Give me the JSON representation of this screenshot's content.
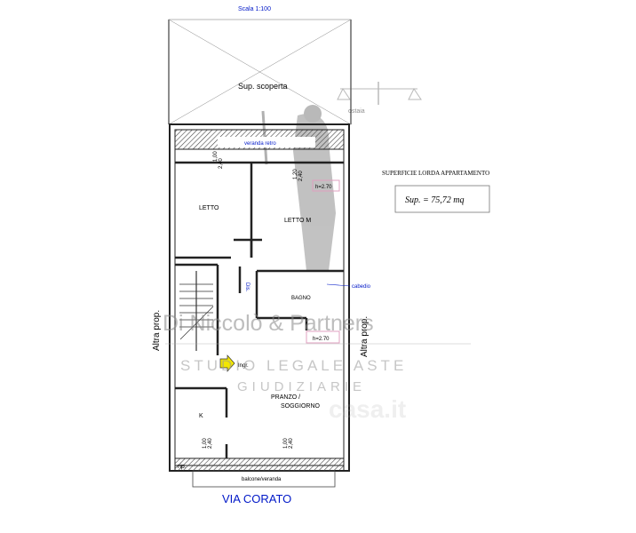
{
  "header": {
    "scale": "Scala 1:100"
  },
  "outdoor": {
    "label": "Sup. scoperta",
    "sub_label": "ostaia"
  },
  "rooms": {
    "veranda_retro": "veranda retro",
    "letto": "LETTO",
    "letto_m": "LETTO M",
    "dis": "Dis.",
    "bagno": "BAGNO",
    "ripostiglio_small": "cabedio",
    "ingr": "Ingr.",
    "pranzo_line1": "PRANZO /",
    "pranzo_line2": "SOGGIORNO",
    "cucina": "K",
    "rip": "rip.",
    "balcone": "balcone/veranda"
  },
  "heights": {
    "h1": "h=2.70",
    "h2": "h=2.70"
  },
  "openings": {
    "d1a": "1,00",
    "d1b": "2,40",
    "d2a": "1,20",
    "d2b": "2,40",
    "d3a": "1,00",
    "d3b": "2,40",
    "d4a": "1,00",
    "d4b": "2,40"
  },
  "sides": {
    "left": "Altra prop.",
    "right": "Altra prop."
  },
  "summary": {
    "title": "SUPERFICIE LORDA APPARTAMENTO",
    "value": "Sup.  = 75,72 mq"
  },
  "street": {
    "label": "VIA   CORATO"
  },
  "watermark": {
    "line1": "Di Niccolò & Partners",
    "line2": "STUDIO LEGALE ASTE",
    "line3": "GIUDIZIARIE",
    "logo_text": "casa.it"
  },
  "colors": {
    "wall_hatch": "#555555",
    "accent_blue": "#0018c8",
    "arrow_yellow": "#f2e600",
    "height_box": "#e0a0c0"
  }
}
